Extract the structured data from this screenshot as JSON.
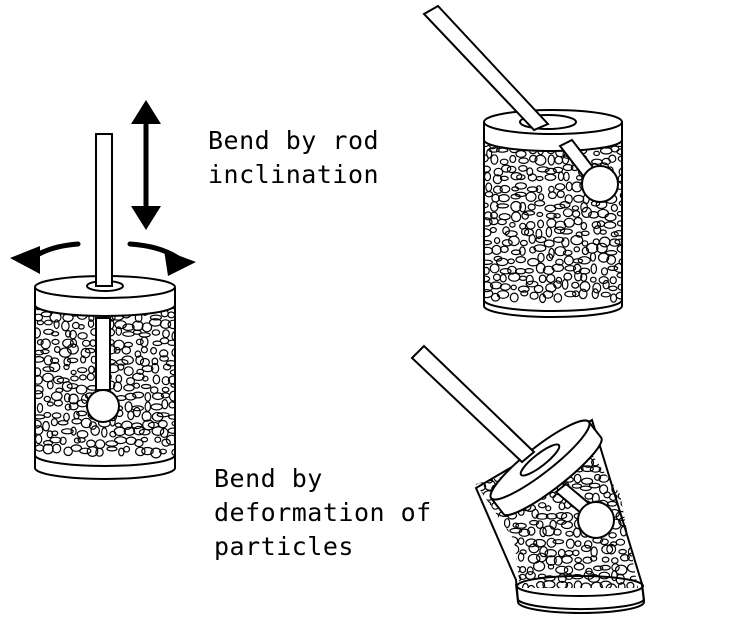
{
  "captions": {
    "rod_inclination": [
      "Bend by rod",
      "inclination"
    ],
    "particle_deformation": [
      "Bend by",
      "deformation of",
      "particles"
    ]
  },
  "colors": {
    "stroke": "#000000",
    "fill": "#ffffff",
    "arrow": "#000000"
  },
  "icons": {
    "vertical_motion": "double-headed-vertical-arrow",
    "rotation": "curved-double-arrow"
  }
}
